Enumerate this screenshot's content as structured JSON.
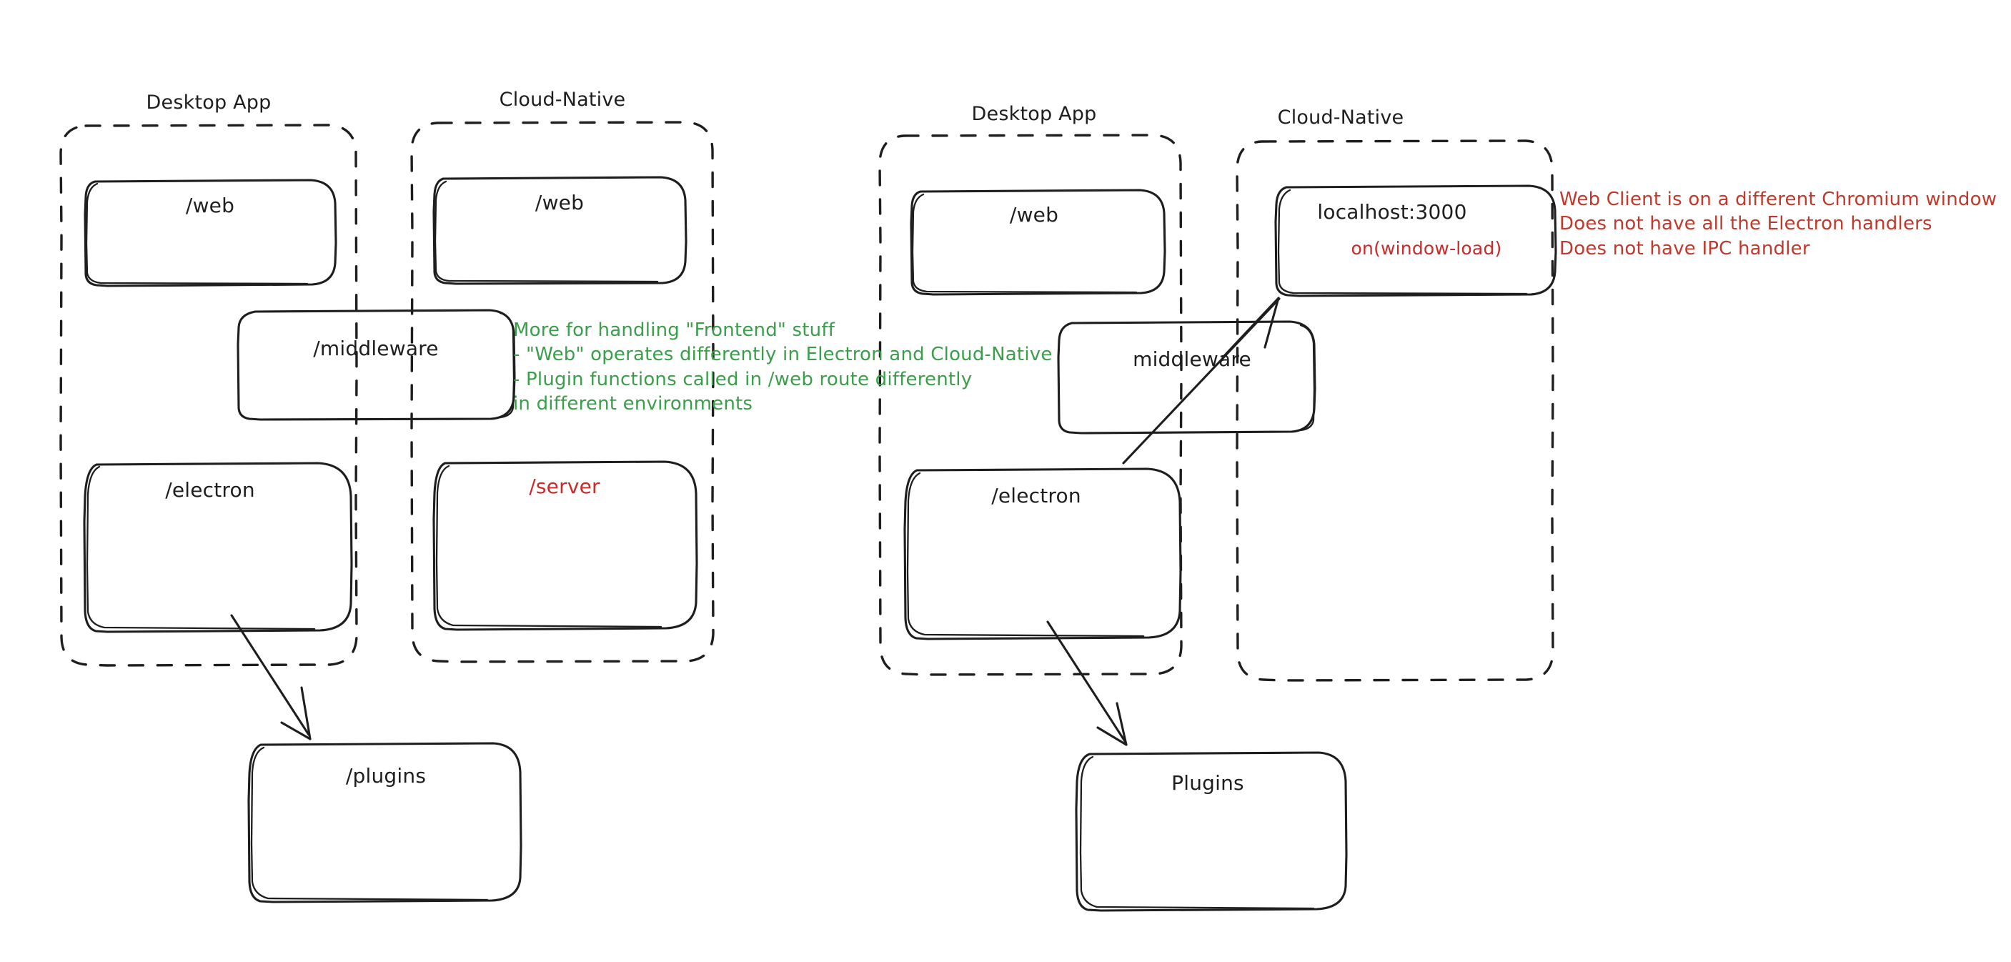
{
  "diagram": {
    "title": "Electron vs Cloud-Native architecture sketch",
    "style": "hand-drawn whiteboard",
    "background": "#ffffff",
    "colors": {
      "stroke": "#1e1e1e",
      "red": "#c92a2a",
      "green": "#2f9e44"
    }
  },
  "left_diagram": {
    "groups": [
      {
        "id": "left-desktop",
        "label": "Desktop App"
      },
      {
        "id": "left-cloud",
        "label": "Cloud-Native"
      }
    ],
    "nodes": [
      {
        "id": "left-desktop-web",
        "label": "/web",
        "color": "#1e1e1e"
      },
      {
        "id": "left-cloud-web",
        "label": "/web",
        "color": "#1e1e1e"
      },
      {
        "id": "left-middleware",
        "label": "/middleware",
        "color": "#1e1e1e"
      },
      {
        "id": "left-electron",
        "label": "/electron",
        "color": "#1e1e1e"
      },
      {
        "id": "left-server",
        "label": "/server",
        "color": "#c92a2a"
      },
      {
        "id": "left-plugins",
        "label": "/plugins",
        "color": "#1e1e1e"
      }
    ],
    "note_green": "More for handling \"Frontend\" stuff\n- \"Web\" operates differently in Electron and Cloud-Native\n- Plugin functions called in /web route differently\nin different environments",
    "arrows": [
      {
        "id": "left-electron-to-plugins",
        "from": "/electron",
        "to": "/plugins"
      }
    ]
  },
  "right_diagram": {
    "groups": [
      {
        "id": "right-desktop",
        "label": "Desktop App"
      },
      {
        "id": "right-cloud",
        "label": "Cloud-Native"
      }
    ],
    "nodes": [
      {
        "id": "right-desktop-web",
        "label": "/web",
        "color": "#1e1e1e"
      },
      {
        "id": "right-localhost",
        "label": "localhost:3000",
        "sublabel": "on(window-load)",
        "color": "#1e1e1e",
        "sub_color": "#c92a2a"
      },
      {
        "id": "right-middleware",
        "label": "middleware",
        "color": "#1e1e1e"
      },
      {
        "id": "right-electron",
        "label": "/electron",
        "color": "#1e1e1e"
      },
      {
        "id": "right-plugins",
        "label": "Plugins",
        "color": "#1e1e1e"
      }
    ],
    "note_red": "Web Client is on a different Chromium window\nDoes not have all the Electron handlers\nDoes not have IPC handler",
    "arrows": [
      {
        "id": "right-electron-to-localhost",
        "from": "/electron",
        "to": "localhost:3000"
      },
      {
        "id": "right-electron-to-plugins",
        "from": "/electron",
        "to": "Plugins"
      }
    ]
  }
}
